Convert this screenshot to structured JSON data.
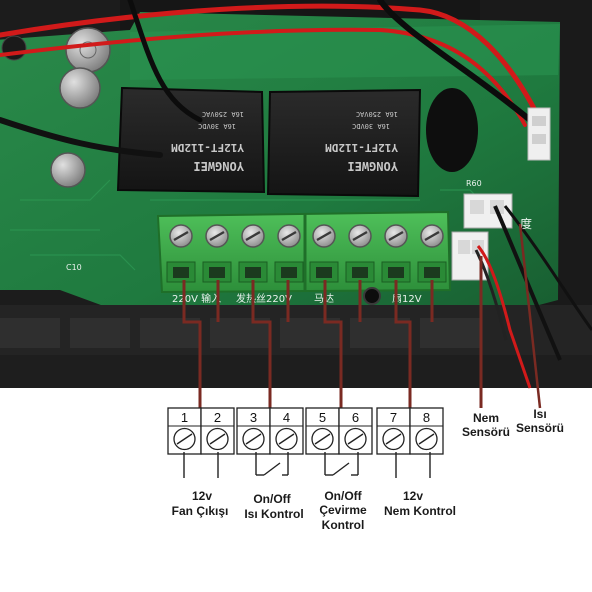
{
  "photo": {
    "relays": [
      {
        "brand": "YONGWEI",
        "model": "Y12FT-112DM",
        "rating1": "16A 250VAC",
        "rating2": "16A 30VDC"
      },
      {
        "brand": "YONGWEI",
        "model": "Y12FT-112DM",
        "rating1": "16A 250VAC",
        "rating2": "16A 30VDC"
      }
    ],
    "board_labels": {
      "left": "220V 输入",
      "middle": "发热丝220V",
      "right": "马达",
      "far_right": "扇12V",
      "r60": "R60",
      "du": "度",
      "c10": "C10"
    }
  },
  "colors": {
    "pcb": "#1f7a3f",
    "terminal": "#3aa548",
    "connector_wire": "#7a2a22",
    "red_wire": "#d11a1a"
  },
  "terminals": [
    {
      "number": "1"
    },
    {
      "number": "2"
    },
    {
      "number": "3"
    },
    {
      "number": "4"
    },
    {
      "number": "5"
    },
    {
      "number": "6"
    },
    {
      "number": "7"
    },
    {
      "number": "8"
    }
  ],
  "labels": {
    "fan": {
      "line1": "12v",
      "line2": "Fan Çıkışı"
    },
    "heat": {
      "line1": "On/Off",
      "line2": "Isı Kontrol"
    },
    "turn": {
      "line1": "On/Off",
      "line2": "Çevirme",
      "line3": "Kontrol"
    },
    "humidity": {
      "line1": "12v",
      "line2": "Nem Kontrol"
    },
    "hum_sensor": {
      "line1": "Nem",
      "line2": "Sensörü"
    },
    "temp_sensor": {
      "line1": "Isı",
      "line2": "Sensörü"
    }
  }
}
